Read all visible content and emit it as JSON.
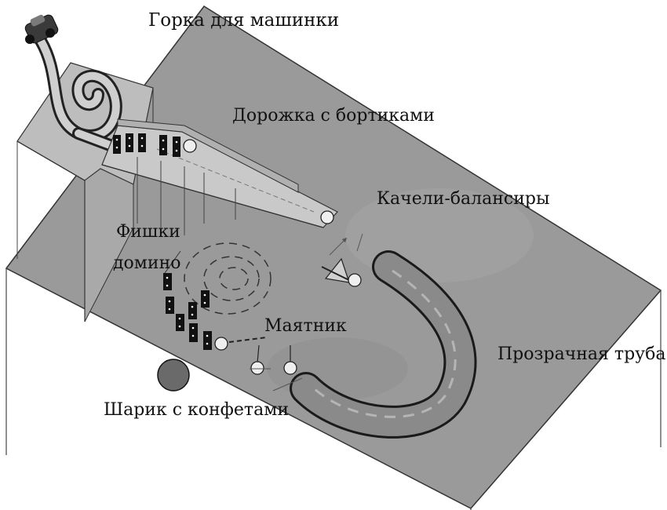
{
  "labels": {
    "car_slide": "Горка для машинки",
    "track_with_sides": "Дорожка с бортиками",
    "seesaws": "Качели-балансиры",
    "domino_line1": "Фишки",
    "domino_line2": "домино",
    "pendulum": "Маятник",
    "clear_tube": "Прозрачная труба",
    "candy_ball": "Шарик с конфетами"
  },
  "colors": {
    "board": "#9a9a9a",
    "board_edge": "#333333",
    "ramp_top": "#c4c4c4",
    "ramp_side": "#b2b2b2",
    "tube_fill": "#8a8a8a",
    "tube_stroke": "#1a1a1a",
    "domino": "#111111",
    "candy_ball": "#6a6a6a",
    "small_ball": "#efefef",
    "text": "#111111"
  },
  "icons": {
    "car": "toy-car-icon",
    "ball": "ball-icon"
  }
}
